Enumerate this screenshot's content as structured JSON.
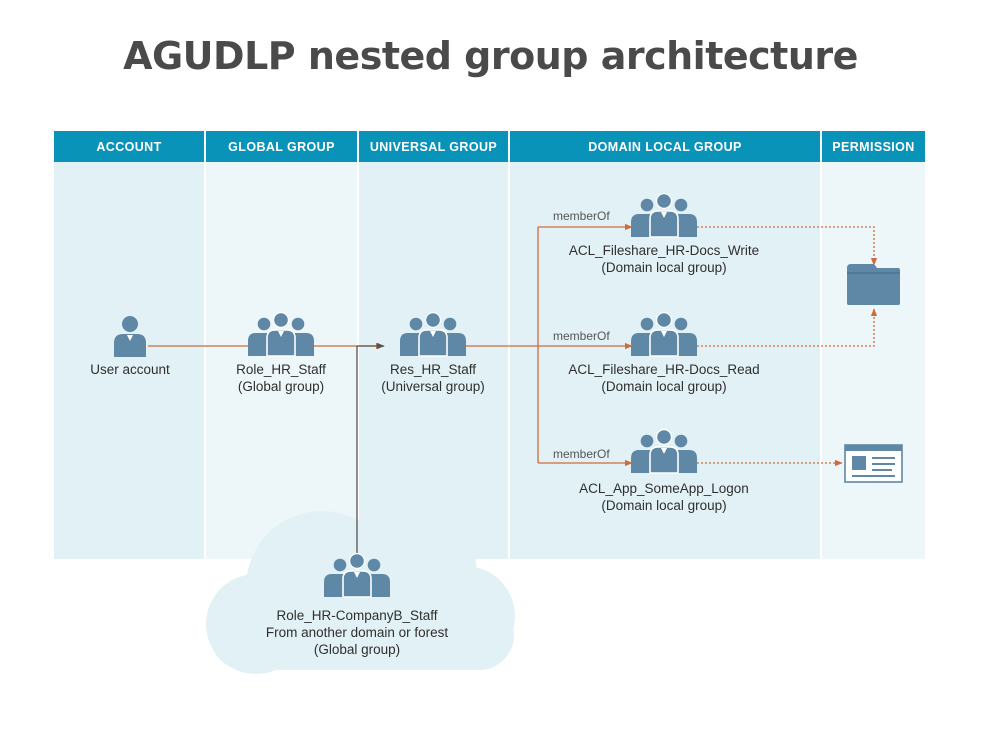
{
  "title": "AGUDLP nested group architecture",
  "columns": [
    "ACCOUNT",
    "GLOBAL GROUP",
    "UNIVERSAL GROUP",
    "DOMAIN LOCAL GROUP",
    "PERMISSION"
  ],
  "nodes": {
    "user": {
      "line1": "User account",
      "icon": "user-icon"
    },
    "global": {
      "line1": "Role_HR_Staff",
      "line2": "(Global group)",
      "icon": "group-icon"
    },
    "universal": {
      "line1": "Res_HR_Staff",
      "line2": "(Universal group)",
      "icon": "group-icon"
    },
    "dl_write": {
      "line1": "ACL_Fileshare_HR-Docs_Write",
      "line2": "(Domain local group)",
      "icon": "group-icon"
    },
    "dl_read": {
      "line1": "ACL_Fileshare_HR-Docs_Read",
      "line2": "(Domain local group)",
      "icon": "group-icon"
    },
    "dl_app": {
      "line1": "ACL_App_SomeApp_Logon",
      "line2": "(Domain local group)",
      "icon": "group-icon"
    },
    "external": {
      "line1": "Role_HR-CompanyB_Staff",
      "line2": "From another domain or forest",
      "line3": "(Global group)",
      "icon": "group-icon"
    }
  },
  "edge_labels": {
    "write": "memberOf",
    "read": "memberOf",
    "app": "memberOf"
  },
  "permissions": {
    "fileshare": "folder-icon",
    "app": "application-window-icon"
  },
  "colors": {
    "header": "#0a93b8",
    "column_bg_dark": "#e2f1f5",
    "column_bg_light": "#edf6f8",
    "icon": "#5f87a6",
    "connector": "#d2693a",
    "cloud": "#e2f1f5"
  }
}
